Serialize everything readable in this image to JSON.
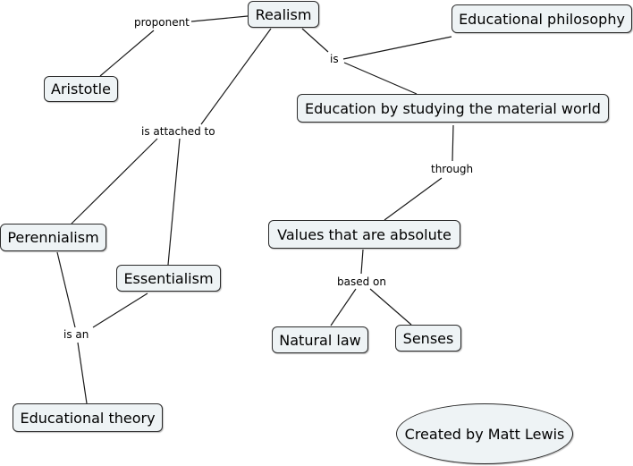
{
  "concepts": {
    "realism": "Realism",
    "educational_philosophy": "Educational philosophy",
    "aristotle": "Aristotle",
    "education_material_world": "Education by studying the material world",
    "perennialism": "Perennialism",
    "essentialism": "Essentialism",
    "values_absolute": "Values that are absolute",
    "natural_law": "Natural law",
    "senses": "Senses",
    "educational_theory": "Educational theory",
    "credit": "Created by Matt Lewis"
  },
  "links": {
    "proponent": "proponent",
    "is": "is",
    "is_attached_to": "is attached to",
    "through": "through",
    "based_on": "based on",
    "is_an": "is an"
  },
  "colors": {
    "node_fill": "#eef3f5",
    "node_border": "#2b2b2b",
    "line": "#1a1a1a"
  }
}
